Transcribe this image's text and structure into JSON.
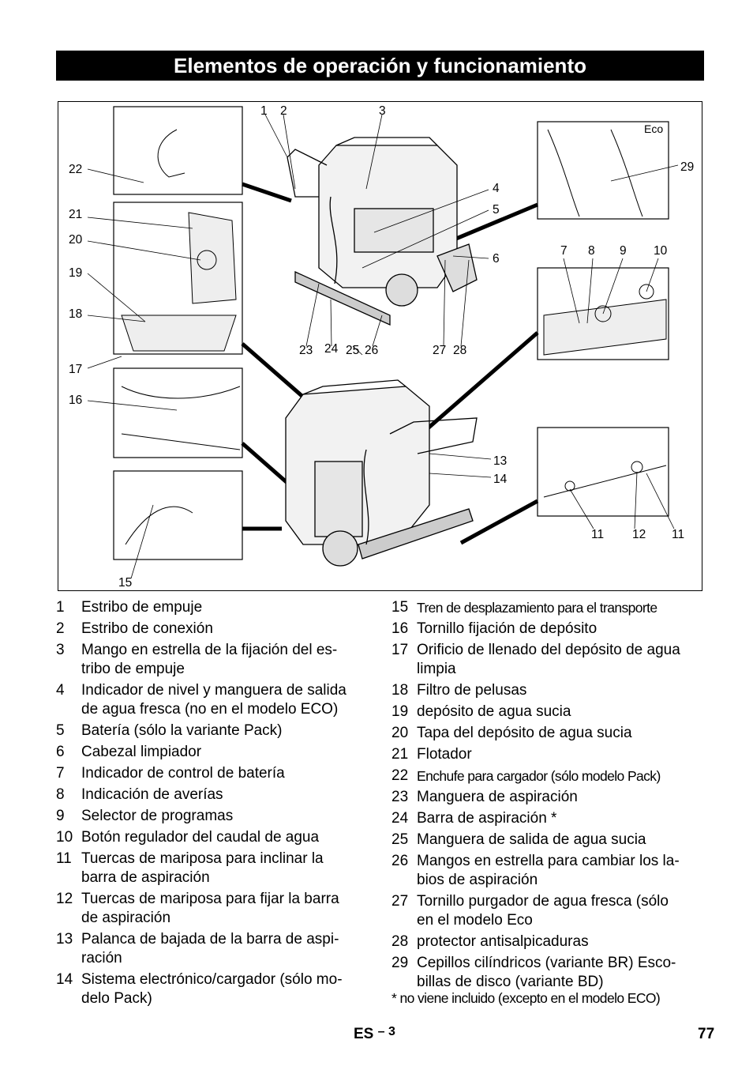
{
  "title": "Elementos de operación y funcionamiento",
  "callouts": {
    "c1": "1",
    "c2": "2",
    "c3": "3",
    "c4": "4",
    "c5": "5",
    "c6": "6",
    "c7": "7",
    "c8": "8",
    "c9": "9",
    "c10": "10",
    "c11a": "11",
    "c11b": "11",
    "c12": "12",
    "c13": "13",
    "c14": "14",
    "c15": "15",
    "c16": "16",
    "c17": "17",
    "c18": "18",
    "c19": "19",
    "c20": "20",
    "c21": "21",
    "c22": "22",
    "c23": "23",
    "c24": "24",
    "c25": "25",
    "c26": "26",
    "c27": "27",
    "c28": "28",
    "c29": "29",
    "eco": "Eco"
  },
  "items_left": [
    {
      "num": "1",
      "text": "Estribo de empuje"
    },
    {
      "num": "2",
      "text": "Estribo de conexión"
    },
    {
      "num": "3",
      "text": "Mango en estrella de la fijación del es-\ntribo de empuje"
    },
    {
      "num": "4",
      "text": "Indicador de nivel y manguera de salida\nde agua fresca (no en el modelo ECO)"
    },
    {
      "num": "5",
      "text": "Batería (sólo la variante Pack)"
    },
    {
      "num": "6",
      "text": "Cabezal limpiador"
    },
    {
      "num": "7",
      "text": "Indicador de control de batería"
    },
    {
      "num": "8",
      "text": "Indicación de averías"
    },
    {
      "num": "9",
      "text": "Selector de programas"
    },
    {
      "num": "10",
      "text": "Botón regulador del caudal de agua"
    },
    {
      "num": "11",
      "text": "Tuercas de mariposa para inclinar la\nbarra de aspiración"
    },
    {
      "num": "12",
      "text": "Tuercas de mariposa para fijar la barra\nde aspiración"
    },
    {
      "num": "13",
      "text": "Palanca de bajada de la barra de aspi-\nración"
    },
    {
      "num": "14",
      "text": "Sistema electrónico/cargador (sólo mo-\ndelo Pack)"
    }
  ],
  "items_right": [
    {
      "num": "15",
      "text": "Tren de desplazamiento para el transporte"
    },
    {
      "num": "16",
      "text": "Tornillo fijación de depósito"
    },
    {
      "num": "17",
      "text": "Orificio de llenado del depósito de agua\nlimpia"
    },
    {
      "num": "18",
      "text": "Filtro de pelusas"
    },
    {
      "num": "19",
      "text": "depósito de agua sucia"
    },
    {
      "num": "20",
      "text": "Tapa del depósito de agua sucia"
    },
    {
      "num": "21",
      "text": "Flotador"
    },
    {
      "num": "22",
      "text": "Enchufe para cargador (sólo modelo Pack)"
    },
    {
      "num": "23",
      "text": "Manguera de aspiración"
    },
    {
      "num": "24",
      "text": "Barra de aspiración *"
    },
    {
      "num": "25",
      "text": "Manguera de salida de agua sucia"
    },
    {
      "num": "26",
      "text": "Mangos en estrella para cambiar los la-\nbios de aspiración"
    },
    {
      "num": "27",
      "text": "Tornillo purgador de agua fresca (sólo\nen el modelo Eco"
    },
    {
      "num": "28",
      "text": "protector antisalpicaduras"
    },
    {
      "num": "29",
      "text": "Cepillos cilíndricos (variante BR) Esco-\nbillas de disco (variante BD)"
    }
  ],
  "footnote": "* no viene incluido (excepto en el modelo ECO)",
  "footer": {
    "lang": "ES",
    "sub": "– 3",
    "page": "77"
  }
}
